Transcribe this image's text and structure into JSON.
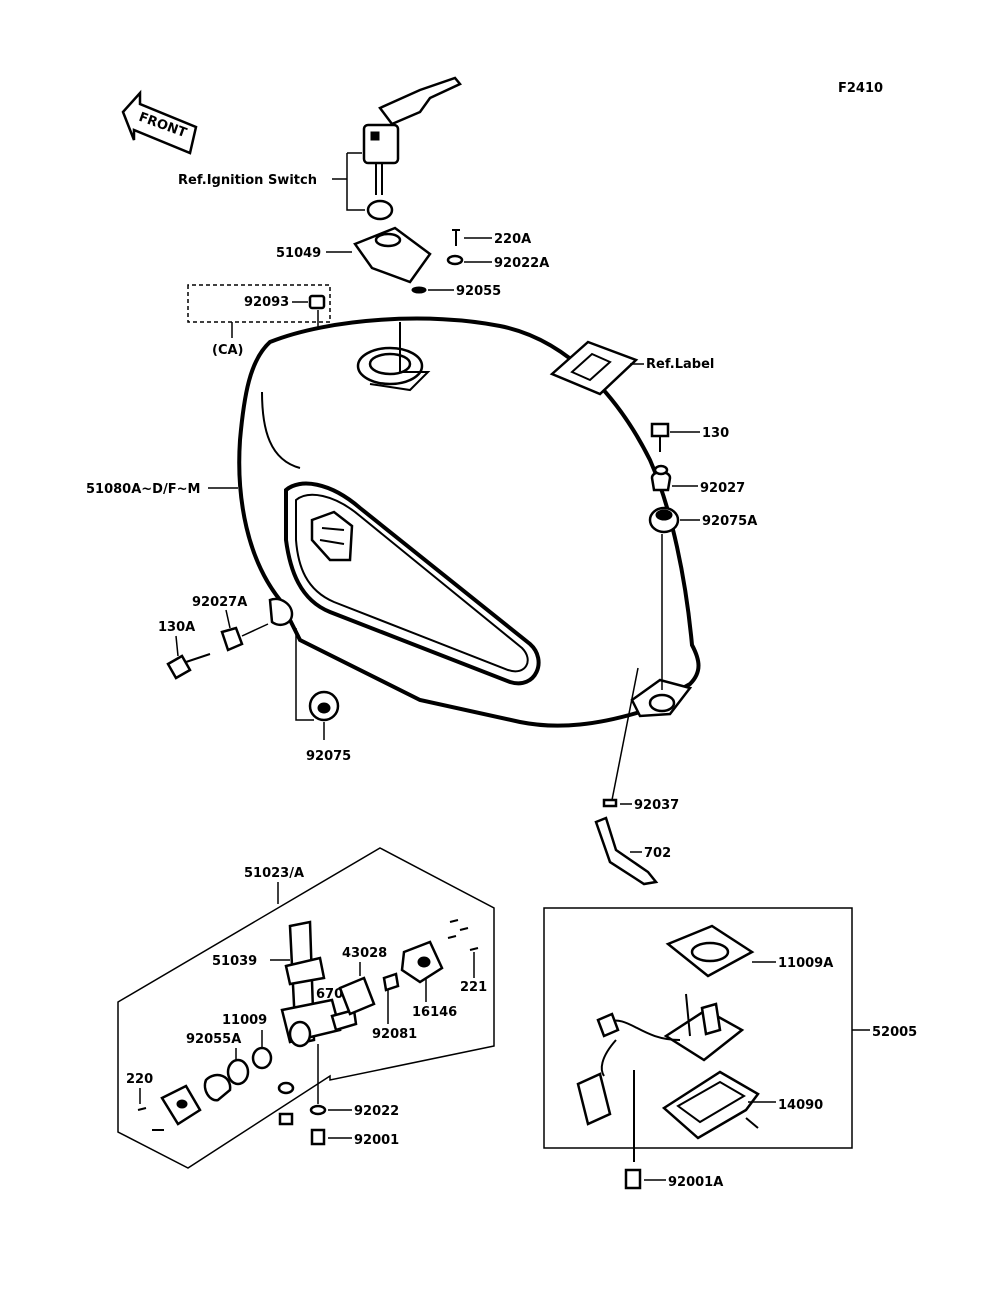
{
  "figure_id": "F2410",
  "front_label": "FRONT",
  "parts": {
    "ref_ignition": "Ref.Ignition Switch",
    "p51049": "51049",
    "p220A": "220A",
    "p92022A": "92022A",
    "p92055": "92055",
    "p92093": "92093",
    "ca": "(CA)",
    "ref_label": "Ref.Label",
    "p130": "130",
    "p92027": "92027",
    "p92075A": "92075A",
    "p51080": "51080A~D/F~M",
    "p92027A": "92027A",
    "p130A": "130A",
    "p92075": "92075",
    "p92037": "92037",
    "p702": "702",
    "p51023": "51023/A",
    "p51039": "51039",
    "p43028": "43028",
    "p670": "670",
    "p221": "221",
    "p16146": "16146",
    "p11009": "11009",
    "p92081": "92081",
    "p92055A": "92055A",
    "p220": "220",
    "p92022": "92022",
    "p92001": "92001",
    "p11009A": "11009A",
    "p52005": "52005",
    "p14090": "14090",
    "p92001A": "92001A"
  }
}
